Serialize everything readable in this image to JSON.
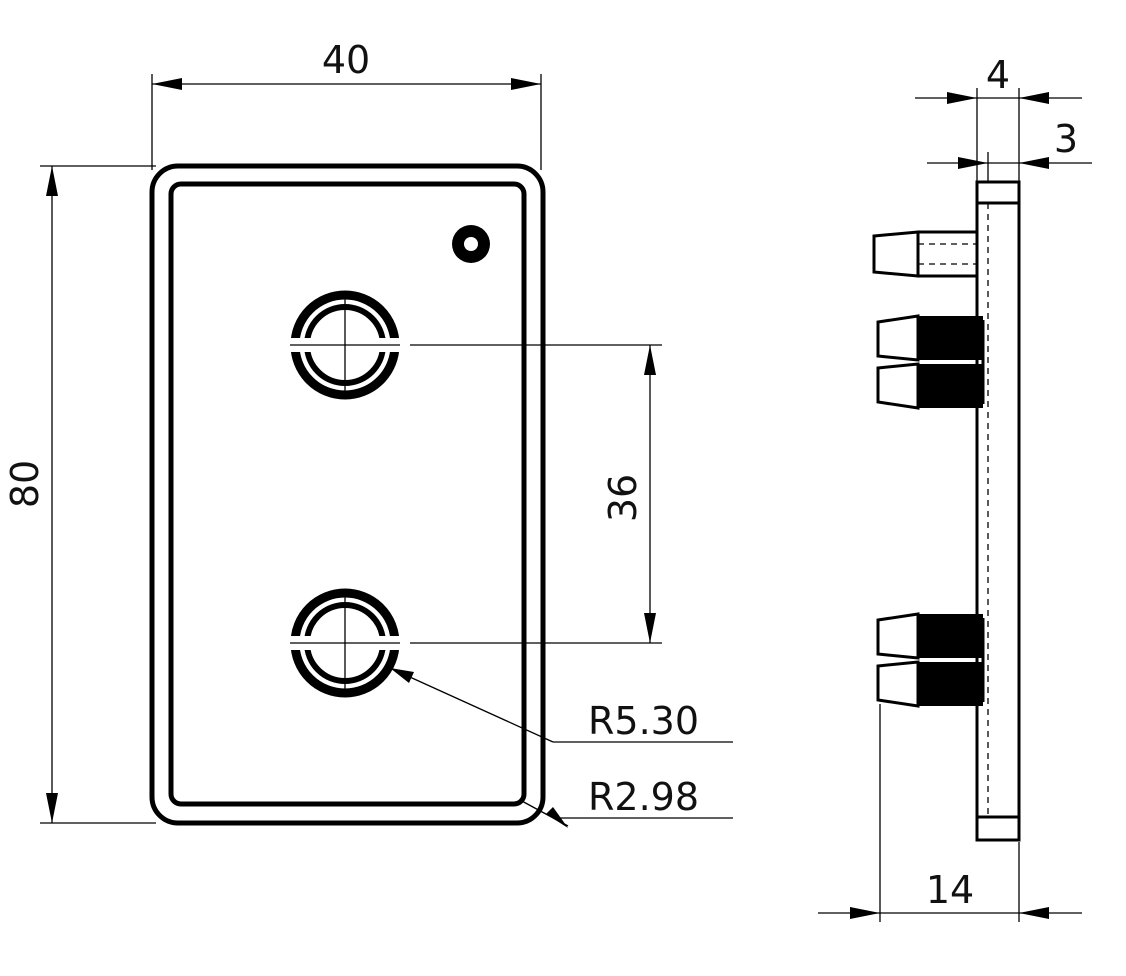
{
  "drawing": {
    "front_view": {
      "width_label": "40",
      "height_label": "80",
      "hole_spacing_label": "36",
      "hole_radius_label": "R5.30",
      "corner_radius_label": "R2.98"
    },
    "side_view": {
      "plate_thickness_label": "4",
      "inner_thickness_label": "3",
      "total_depth_label": "14"
    }
  }
}
